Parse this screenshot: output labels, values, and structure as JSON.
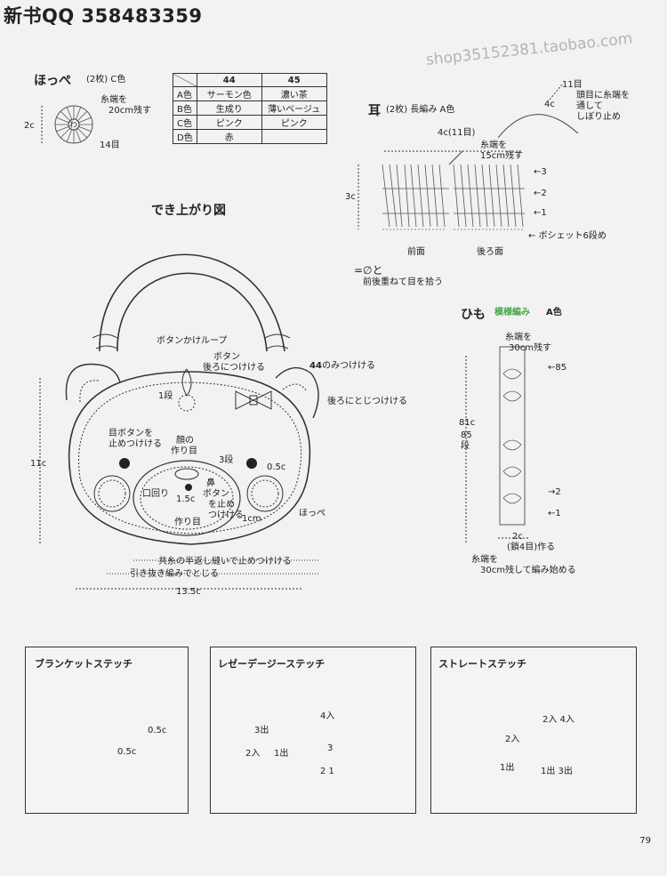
{
  "header": {
    "title": "新书QQ 358483359",
    "watermark": "shop35152381.taobao.com"
  },
  "cheek": {
    "title": "ほっぺ",
    "sub": "(2枚) C色",
    "yarn_note1": "糸端を",
    "yarn_note2": "20cm残す",
    "size": "2c",
    "rounds": "14目",
    "center": "わ"
  },
  "color_table": {
    "headers": [
      "",
      "44",
      "45"
    ],
    "rows": [
      [
        "A色",
        "サーモン色",
        "濃い茶"
      ],
      [
        "B色",
        "生成り",
        "薄いベージュ"
      ],
      [
        "C色",
        "ピンク",
        "ピンク"
      ],
      [
        "D色",
        "赤",
        ""
      ]
    ]
  },
  "ear_note": {
    "line1": "11目",
    "line2": "頭目に糸端を",
    "line3": "通して",
    "line4": "しぼり止め",
    "size": "4c"
  },
  "ear": {
    "title": "耳",
    "sub": "(2枚) 長編み A色",
    "width": "4c(11目)",
    "yarn_note1": "糸端を",
    "yarn_note2": "15cm残す",
    "height": "3c",
    "row3": "←3",
    "row2": "←2",
    "row1": "←1",
    "bochet": "← ボシェット6段め",
    "front": "前面",
    "back": "後ろ面",
    "legend1": "=∅と",
    "legend2": "前後重ねて目を拾う"
  },
  "strap": {
    "title": "ひも",
    "pattern": "模様編み",
    "color": "A色",
    "yarn_top1": "糸端を",
    "yarn_top2": "30cm残す",
    "row85": "←85",
    "length": "81c",
    "rows_a": "85",
    "rows_b": "段",
    "row2": "→2",
    "row1": "←1",
    "width": "2c",
    "chain": "(鎖4目)作る",
    "yarn_bot1": "糸端を",
    "yarn_bot2": "30cm残して編み始める"
  },
  "finished": {
    "title": "でき上がり図",
    "button_loop": "ボタンかけループ",
    "button_back1": "ボタン",
    "button_back2": "後ろにつけける",
    "attach44a": "44",
    "attach44b": "のみつけける",
    "one_row": "1段",
    "sew_back": "後ろにとじつけける",
    "eye1": "目ボタンを",
    "eye2": "止めつけける",
    "face1": "顔の",
    "face2": "作り目",
    "three_rows": "3段",
    "half_cm": "0.5c",
    "mouth": "口回り",
    "nose": "鼻",
    "nbtn1": "ボタン",
    "nbtn2": "を止め",
    "nbtn3": "つけける",
    "nose_size": "1.5c",
    "one_cm": "1cm",
    "make": "作り目",
    "cheek": "ほっぺ",
    "height": "11c",
    "bottom1": "共糸の半返し縫いで止めつけける",
    "bottom2": "引き抜き編みでとじる",
    "width": "13.5c"
  },
  "stitches": {
    "blanket": {
      "title": "ブランケットステッチ",
      "d1": "0.5c",
      "d2": "0.5c"
    },
    "lazy_daisy": {
      "title": "レゼーデージーステッチ",
      "in3": "3出",
      "in2in": "2入",
      "out1": "1出",
      "in4": "4入",
      "n3": "3",
      "n21": "2 1"
    },
    "straight": {
      "title": "ストレートステッチ",
      "in2": "2入",
      "out1": "1出",
      "in24": "2入 4入",
      "out13": "1出 3出"
    }
  },
  "page_number": "79"
}
